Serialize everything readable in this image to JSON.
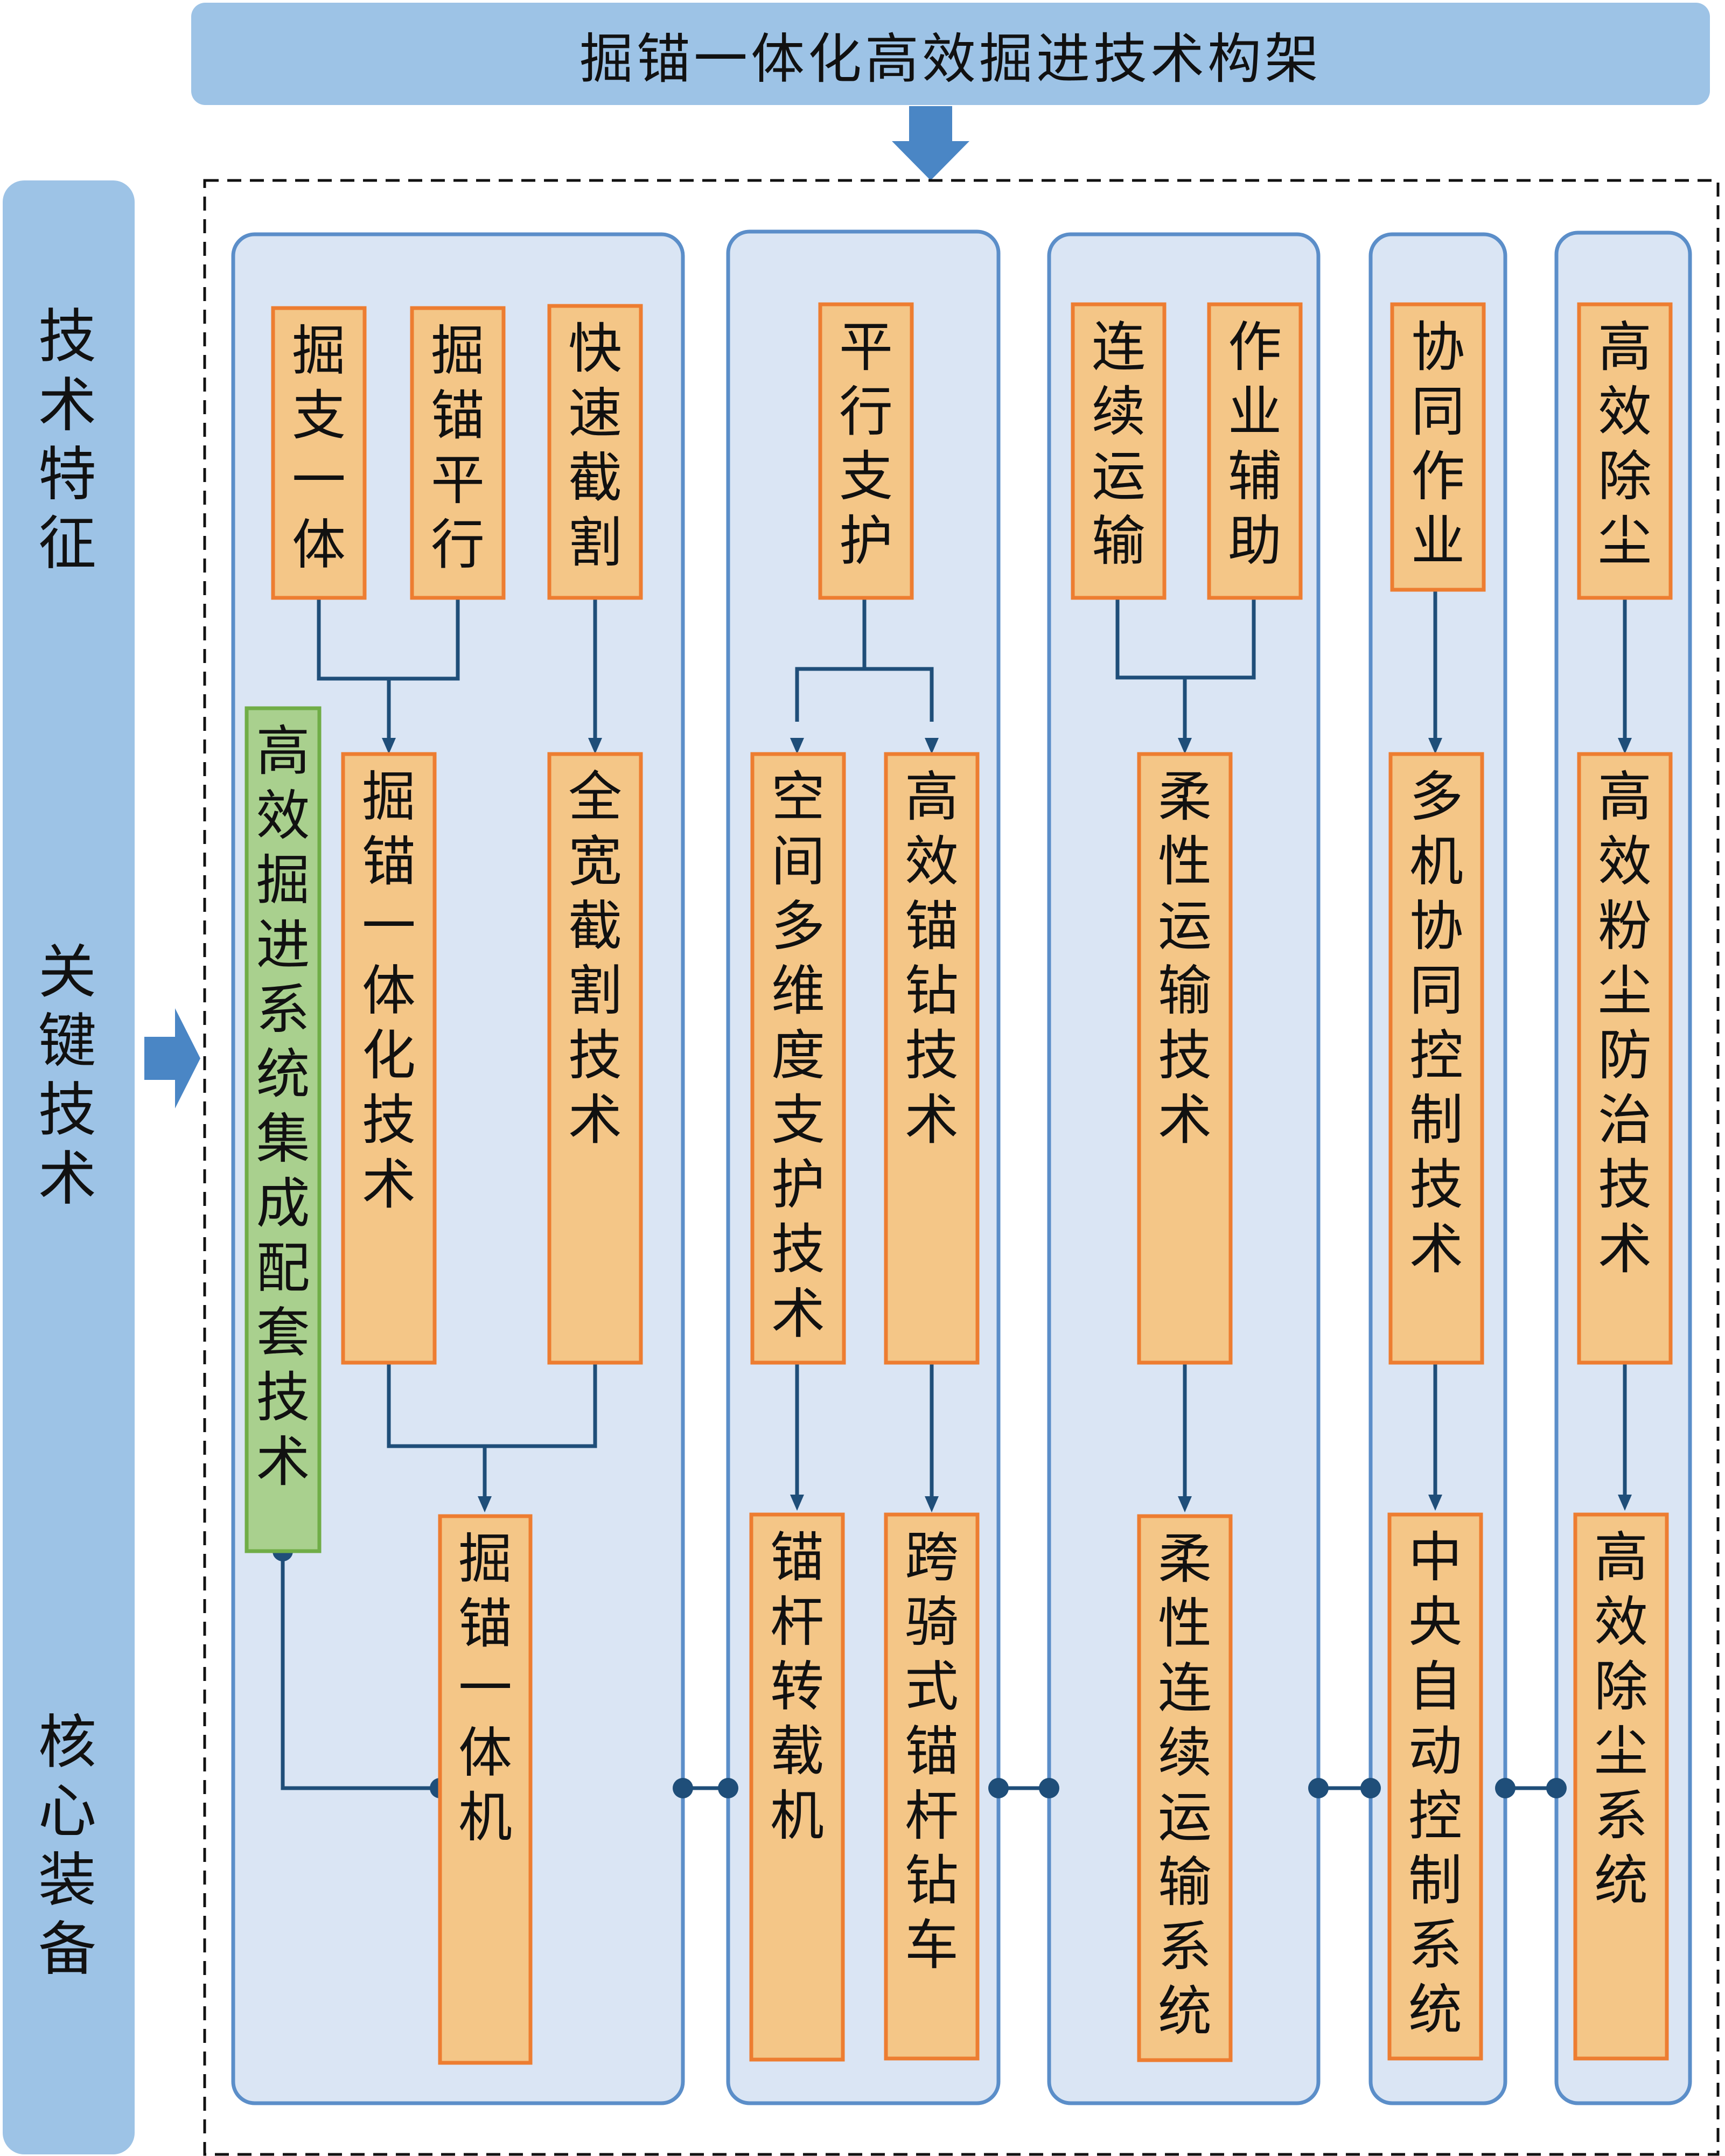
{
  "title": "掘锚一体化高效掘进技术构架",
  "row_labels": [
    "技术特征",
    "关键技术",
    "核心装备"
  ],
  "colors": {
    "sidebar": "#9dc3e6",
    "panel_fill": "#dae5f4",
    "panel_stroke": "#5b8ec9",
    "box_fill": "#f4c687",
    "box_stroke": "#ed7d31",
    "green_fill": "#a9d08e",
    "green_stroke": "#70ad47",
    "connector": "#1f4e79",
    "arrow_fill": "#4a86c5"
  },
  "features": [
    "掘支一体",
    "掘锚平行",
    "快速截割",
    "平行支护",
    "连续运输",
    "作业辅助",
    "协同作业",
    "高效除尘"
  ],
  "techniques": [
    "掘锚一体化技术",
    "全宽截割技术",
    "空间多维度支护技术",
    "高效锚钻技术",
    "柔性运输技术",
    "多机协同控制技术",
    "高效粉尘防治技术"
  ],
  "integration": "高效掘进系统集成配套技术",
  "equipment": [
    "掘锚一体机",
    "锚杆转载机",
    "跨骑式锚杆钻车",
    "柔性连续运输系统",
    "中央自动控制系统",
    "高效除尘系统"
  ]
}
